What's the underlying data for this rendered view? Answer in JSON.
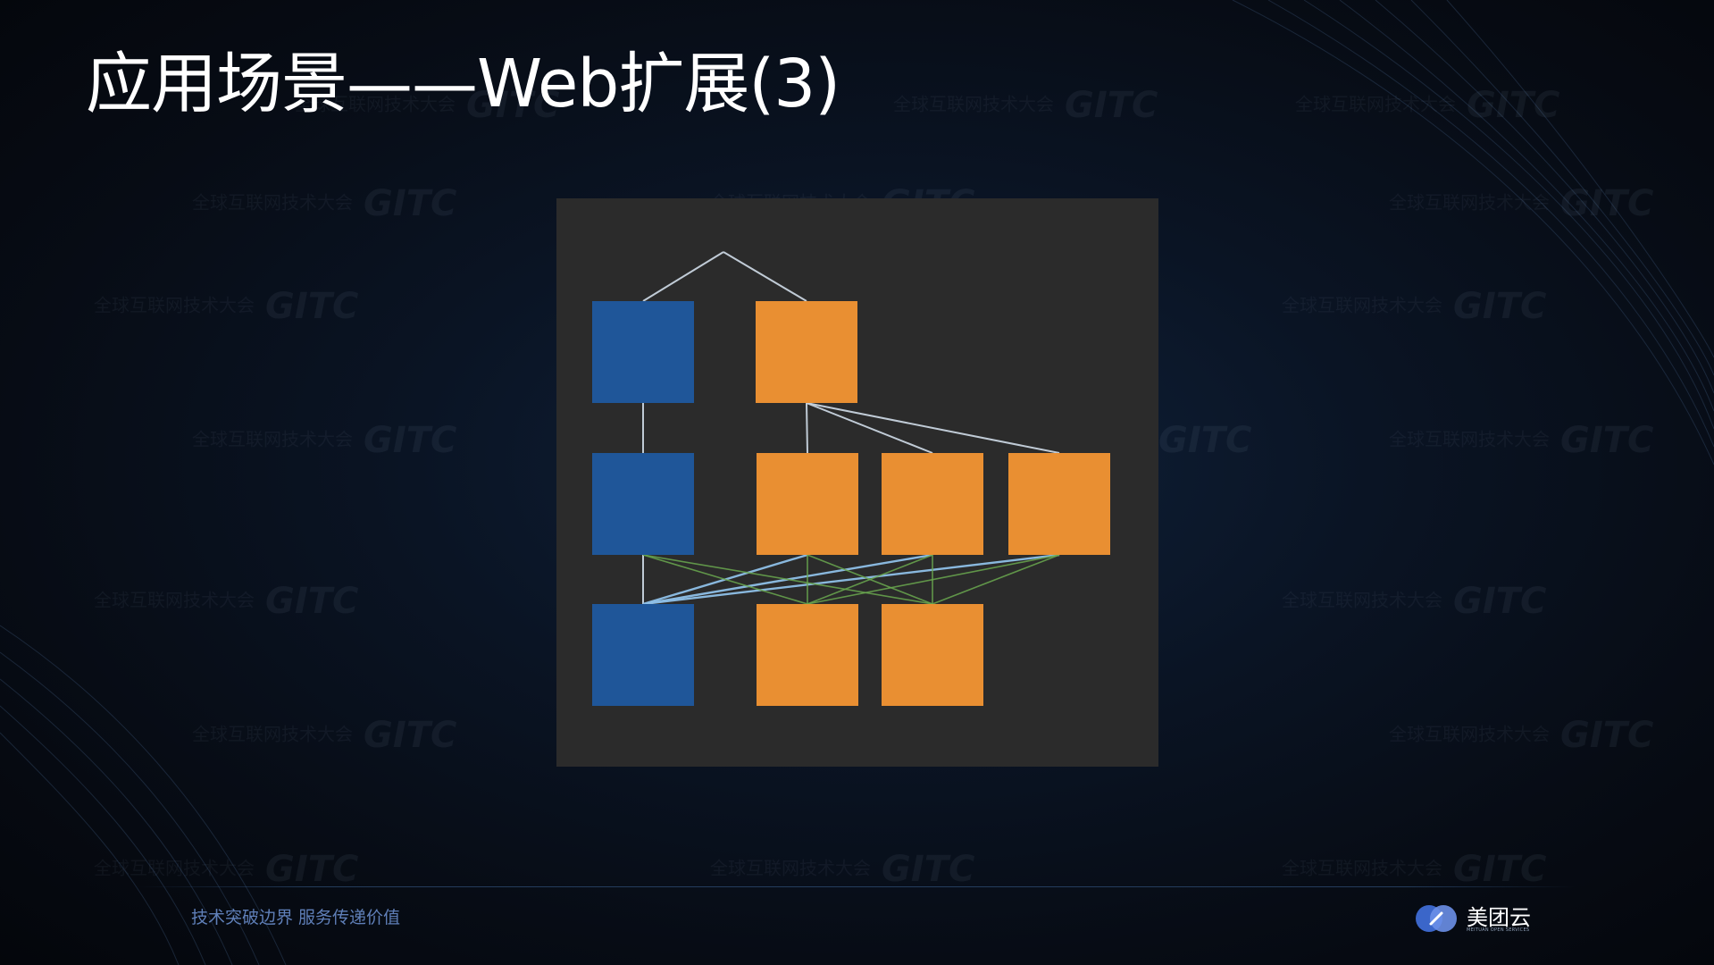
{
  "slide": {
    "title": "应用场景——Web扩展(3)",
    "footer_slogan": "技术突破边界 服务传递价值",
    "brand_name": "美团云",
    "brand_sub": "MEITUAN OPEN SERVICES",
    "watermark_text": "全球互联网技术大会",
    "watermark_logo": "GITC"
  },
  "colors": {
    "background": "#070c15",
    "panel": "#2b2b2b",
    "blue_box": "#1f5699",
    "orange_box": "#e98f32",
    "edge_light": "#c9d4e0",
    "edge_blue": "#8fc0e8",
    "edge_green": "#6aa84f",
    "title": "#ffffff",
    "footer_text": "#5f7fb8"
  },
  "diagram": {
    "nodes": [
      {
        "id": "b1",
        "color": "blue"
      },
      {
        "id": "b2",
        "color": "blue"
      },
      {
        "id": "b3",
        "color": "blue"
      },
      {
        "id": "o1",
        "color": "orange"
      },
      {
        "id": "o2",
        "color": "orange"
      },
      {
        "id": "o3",
        "color": "orange"
      },
      {
        "id": "o4",
        "color": "orange"
      },
      {
        "id": "o5",
        "color": "orange"
      },
      {
        "id": "o6",
        "color": "orange"
      }
    ],
    "edges": [
      {
        "from": "root",
        "to": "b1",
        "style": "light"
      },
      {
        "from": "root",
        "to": "o1",
        "style": "light"
      },
      {
        "from": "b1",
        "to": "b2",
        "style": "light"
      },
      {
        "from": "b2",
        "to": "b3",
        "style": "light"
      },
      {
        "from": "o1",
        "to": "o2",
        "style": "light"
      },
      {
        "from": "o1",
        "to": "o3",
        "style": "light"
      },
      {
        "from": "o1",
        "to": "o4",
        "style": "light"
      },
      {
        "from": "o2",
        "to": "b3",
        "style": "blue"
      },
      {
        "from": "o3",
        "to": "b3",
        "style": "blue"
      },
      {
        "from": "o4",
        "to": "b3",
        "style": "blue"
      },
      {
        "from": "b2",
        "to": "o5",
        "style": "green"
      },
      {
        "from": "b2",
        "to": "o6",
        "style": "green"
      },
      {
        "from": "o2",
        "to": "o5",
        "style": "green"
      },
      {
        "from": "o2",
        "to": "o6",
        "style": "green"
      },
      {
        "from": "o3",
        "to": "o5",
        "style": "green"
      },
      {
        "from": "o3",
        "to": "o6",
        "style": "green"
      },
      {
        "from": "o4",
        "to": "o5",
        "style": "green"
      },
      {
        "from": "o4",
        "to": "o6",
        "style": "green"
      }
    ]
  }
}
